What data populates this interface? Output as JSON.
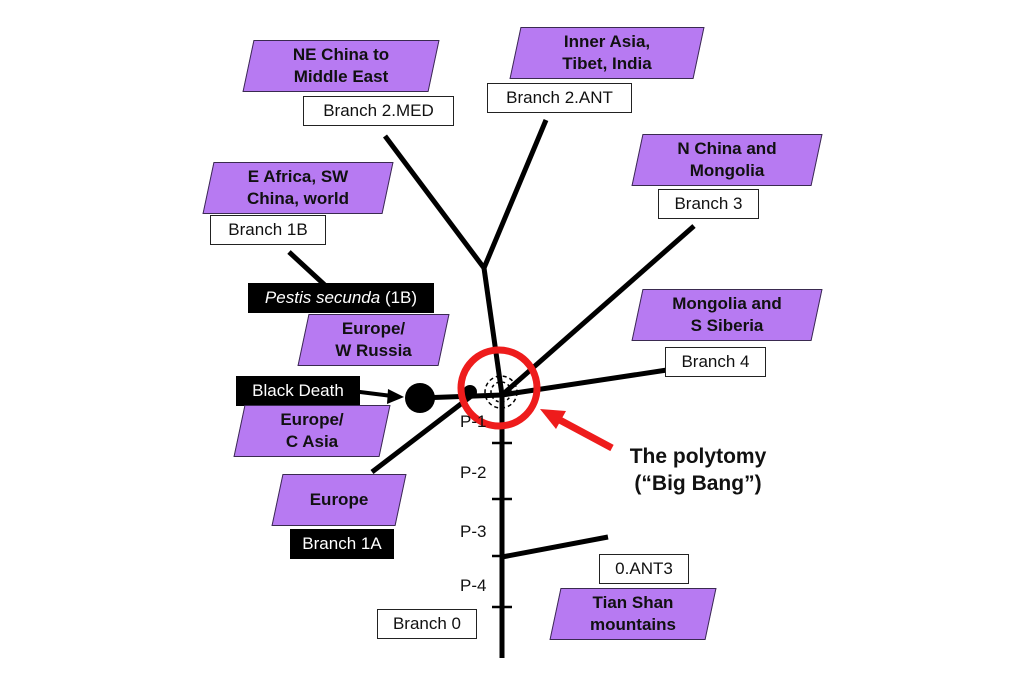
{
  "regions": {
    "ne_china": "NE China to\nMiddle East",
    "inner_asia": "Inner Asia,\nTibet, India",
    "n_china": "N China and\nMongolia",
    "e_africa": "E Africa, SW\nChina, world",
    "europe_w_russia": "Europe/\nW Russia",
    "mongolia_siberia": "Mongolia and\nS Siberia",
    "europe_c_asia": "Europe/\nC Asia",
    "europe": "Europe",
    "tian_shan": "Tian Shan\nmountains"
  },
  "branches": {
    "branch_2_med": "Branch 2.MED",
    "branch_2_ant": "Branch 2.ANT",
    "branch_3": "Branch 3",
    "branch_1b": "Branch 1B",
    "branch_4": "Branch 4",
    "branch_1a": "Branch 1A",
    "branch_0": "Branch 0",
    "ant3": "0.ANT3"
  },
  "black_labels": {
    "pestis_secunda_italic": "Pestis secunda",
    "pestis_secunda_suffix": " (1B)",
    "black_death": "Black Death"
  },
  "trunk_markers": [
    "P-1",
    "P-2",
    "P-3",
    "P-4"
  ],
  "callout": {
    "line1": "The polytomy",
    "line2": "(“Big Bang”)"
  },
  "colors": {
    "region_fill": "#b77af2",
    "highlight_ring": "#ee1c1c",
    "line": "#000000"
  }
}
